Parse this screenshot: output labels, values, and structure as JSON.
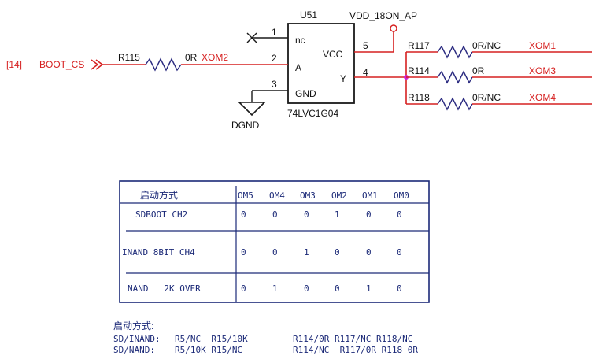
{
  "schematic": {
    "chip_ref": "U51",
    "chip_part": "74LVC1G04",
    "power_net": "VDD_18ON_AP",
    "ground_net": "DGND",
    "pins": [
      {
        "num": "1",
        "name": "nc"
      },
      {
        "num": "2",
        "name": "A"
      },
      {
        "num": "3",
        "name": "GND"
      },
      {
        "num": "5",
        "name": "VCC"
      },
      {
        "num": "4",
        "name": "Y"
      }
    ],
    "input_ref": "[14]",
    "input_net": "BOOT_CS",
    "input_resistor": {
      "ref": "R115",
      "value": "0R",
      "net": "XOM2"
    },
    "output_resistors": [
      {
        "ref": "R117",
        "value": "0R/NC",
        "net": "XOM1"
      },
      {
        "ref": "R114",
        "value": "0R",
        "net": "XOM3"
      },
      {
        "ref": "R118",
        "value": "0R/NC",
        "net": "XOM4"
      }
    ]
  },
  "table": {
    "headers": [
      "启动方式",
      "OM5",
      "OM4",
      "OM3",
      "OM2",
      "OM1",
      "OM0"
    ],
    "rows": [
      {
        "mode": "SDBOOT CH2",
        "values": [
          "0",
          "0",
          "0",
          "1",
          "0",
          "0"
        ]
      },
      {
        "mode": "INAND 8BIT CH4",
        "values": [
          "0",
          "0",
          "1",
          "0",
          "0",
          "0"
        ]
      },
      {
        "mode": "NAND   2K OVER",
        "values": [
          "0",
          "1",
          "0",
          "0",
          "1",
          "0"
        ]
      }
    ]
  },
  "notes": {
    "title": "启动方式:",
    "lines": [
      {
        "label": "SD/INAND:",
        "left": "R5/NC  R15/10K",
        "right": "R114/0R R117/NC R118/NC"
      },
      {
        "label": "SD/NAND:",
        "left": "R5/10K R15/NC",
        "right": "R114/NC  R117/0R R118 0R"
      }
    ]
  }
}
